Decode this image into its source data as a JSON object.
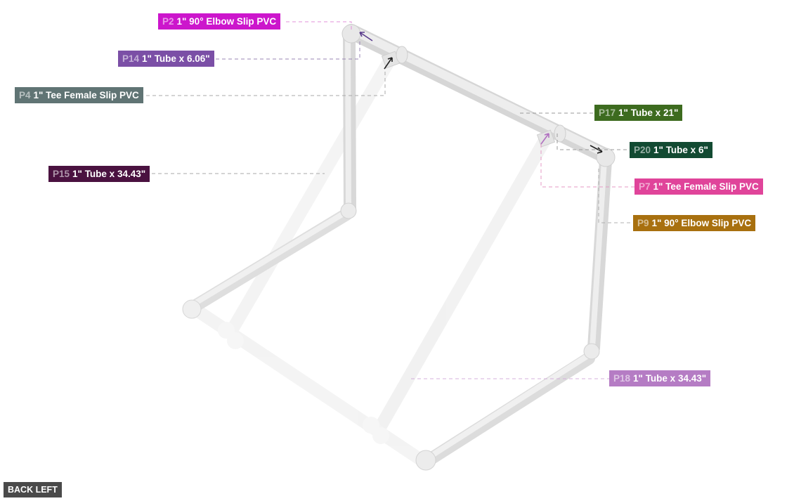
{
  "view": {
    "label": "BACK LEFT"
  },
  "parts": [
    {
      "id": "P2",
      "desc": "1\" 90° Elbow Slip PVC",
      "color": "#cc16cc"
    },
    {
      "id": "P14",
      "desc": "1\" Tube x 6.06\"",
      "color": "#7b4fa6"
    },
    {
      "id": "P4",
      "desc": "1\" Tee Female Slip PVC",
      "color": "#607474"
    },
    {
      "id": "P15",
      "desc": "1\" Tube x 34.43\"",
      "color": "#4a1240"
    },
    {
      "id": "P17",
      "desc": "1\" Tube x 21\"",
      "color": "#3d6b1f"
    },
    {
      "id": "P20",
      "desc": "1\" Tube x 6\"",
      "color": "#124a32"
    },
    {
      "id": "P7",
      "desc": "1\" Tee Female Slip PVC",
      "color": "#e0449a"
    },
    {
      "id": "P9",
      "desc": "1\" 90° Elbow Slip PVC",
      "color": "#a8700f"
    },
    {
      "id": "P18",
      "desc": "1\" Tube x 34.43\"",
      "color": "#b57cc4"
    }
  ]
}
